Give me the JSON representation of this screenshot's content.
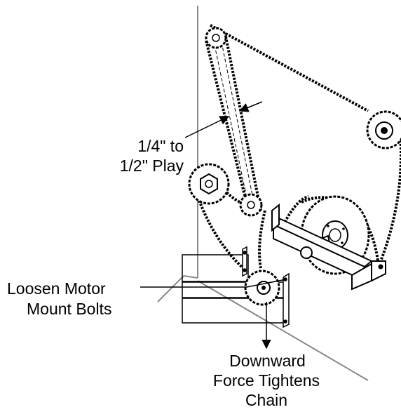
{
  "labels": {
    "play_line1": "1/4\" to",
    "play_line2": "1/2\" Play",
    "loosen_line1": "Loosen Motor",
    "loosen_line2": "Mount Bolts",
    "force_line1": "Downward",
    "force_line2": "Force Tightens",
    "force_line3": "Chain"
  },
  "colors": {
    "ink": "#000000",
    "wall": "#888888",
    "background": "#ffffff"
  }
}
